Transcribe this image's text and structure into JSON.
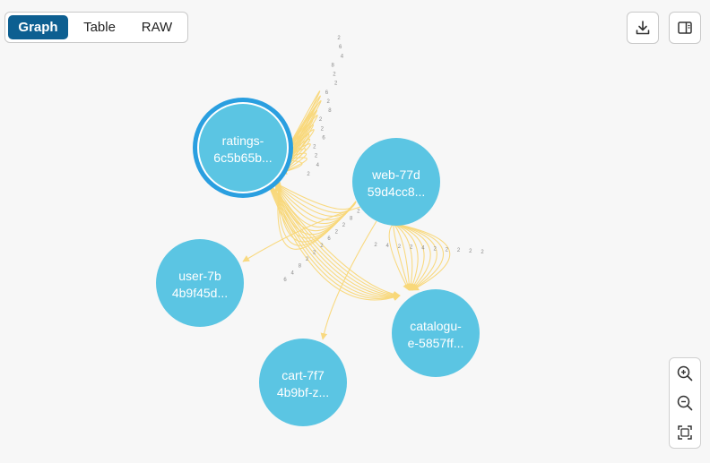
{
  "tabs": [
    {
      "label": "Graph",
      "active": true
    },
    {
      "label": "Table",
      "active": false
    },
    {
      "label": "RAW",
      "active": false
    }
  ],
  "toolbar": {
    "download_icon": "download-icon",
    "panel_icon": "side-panel-icon"
  },
  "zoom": {
    "in_icon": "zoom-in-icon",
    "out_icon": "zoom-out-icon",
    "fit_icon": "fit-to-screen-icon"
  },
  "graph": {
    "node_color": "#5bc5e3",
    "selected_ring_color": "#2a9fe0",
    "edge_color": "#f9d87a",
    "nodes": [
      {
        "id": "ratings",
        "line1": "ratings-",
        "line2": "6c5b65b...",
        "selected": true
      },
      {
        "id": "web",
        "line1": "web-77d",
        "line2": "59d4cc8..."
      },
      {
        "id": "user",
        "line1": "user-7b",
        "line2": "4b9f45d..."
      },
      {
        "id": "catalogue",
        "line1": "catalogu-",
        "line2": "e-5857ff..."
      },
      {
        "id": "cart",
        "line1": "cart-7f7",
        "line2": "4b9bf-z..."
      }
    ],
    "edge_labels_ratings_loop": [
      "2",
      "6",
      "4",
      "8",
      "2",
      "2",
      "6",
      "2",
      "8",
      "2",
      "2",
      "6",
      "2",
      "2",
      "4",
      "2"
    ],
    "edge_labels_web_ratings": [
      "6",
      "4",
      "8",
      "2",
      "2",
      "2",
      "6",
      "2",
      "2",
      "8",
      "2",
      "2"
    ],
    "edge_labels_web_catalogue": [
      "2",
      "4",
      "2",
      "2",
      "4",
      "2",
      "2",
      "2",
      "2",
      "2"
    ]
  }
}
